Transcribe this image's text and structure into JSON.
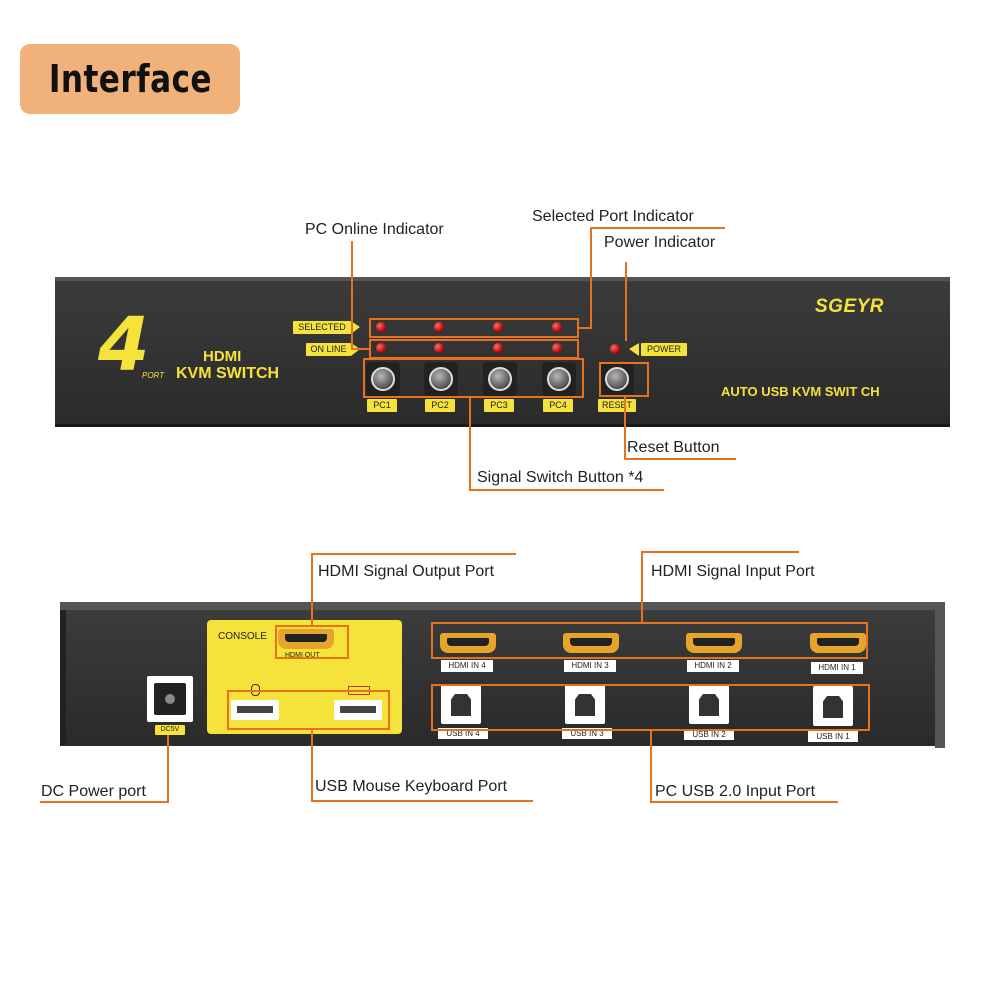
{
  "title": "Interface",
  "callouts": {
    "pc_online_indicator": "PC Online Indicator",
    "selected_port_indicator": "Selected Port Indicator",
    "power_indicator": "Power Indicator",
    "reset_button": "Reset Button",
    "signal_switch_button": "Signal Switch Button *4",
    "hdmi_signal_output_port": "HDMI Signal Output Port",
    "hdmi_signal_input_port": "HDMI Signal Input Port",
    "dc_power_port": "DC Power port",
    "usb_mouse_keyboard_port": "USB Mouse Keyboard Port",
    "pc_usb_input_port": "PC USB 2.0 Input Port"
  },
  "front_panel": {
    "big_number": "4",
    "port_word": "PORT",
    "hdmi_word": "HDMI",
    "kvm_switch": "KVM SWITCH",
    "brand": "SGEYR",
    "subtitle": "AUTO USB KVM SWIT CH",
    "selected_label": "SELECTED",
    "online_label": "ON LINE",
    "power_label": "POWER",
    "buttons": [
      "PC1",
      "PC2",
      "PC3",
      "PC4"
    ],
    "reset_label": "RESET"
  },
  "rear_panel": {
    "console_label": "CONSOLE",
    "hdmi_out_label": "HDMI OUT",
    "hdmi_inputs": [
      "HDMI IN 4",
      "HDMI IN 3",
      "HDMI IN 2",
      "HDMI IN 1"
    ],
    "usb_inputs": [
      "USB IN 4",
      "USB IN 3",
      "USB IN 2",
      "USB IN 1"
    ],
    "dc_label": "DC5V"
  },
  "colors": {
    "accent": "#e8711c",
    "badge": "#f0b27a",
    "label_yellow": "#f5e23a",
    "panel": "#333333",
    "led": "#cc0000"
  }
}
